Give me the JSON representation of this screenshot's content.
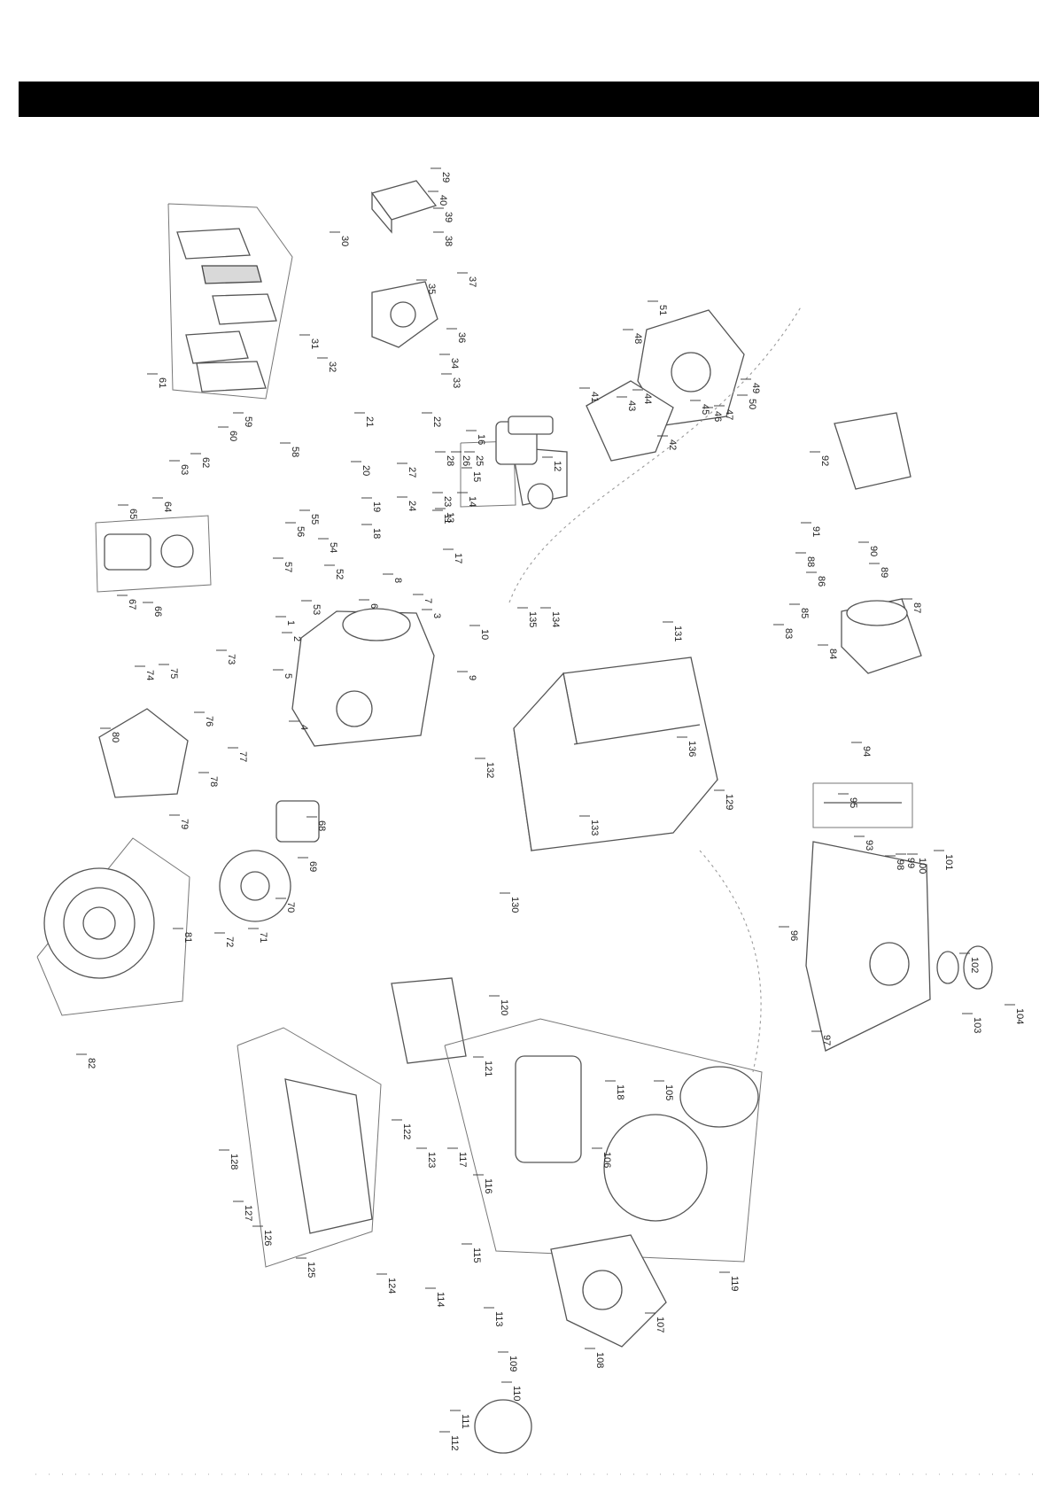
{
  "header": {
    "bar_color": "#000000"
  },
  "diagram": {
    "callouts": [
      {
        "id": "c1",
        "label": "1"
      },
      {
        "id": "c2",
        "label": "2"
      },
      {
        "id": "c3",
        "label": "3"
      },
      {
        "id": "c4",
        "label": "4"
      },
      {
        "id": "c5",
        "label": "5"
      },
      {
        "id": "c6",
        "label": "6"
      },
      {
        "id": "c7",
        "label": "7"
      },
      {
        "id": "c8",
        "label": "8"
      },
      {
        "id": "c9",
        "label": "9"
      },
      {
        "id": "c10",
        "label": "10"
      },
      {
        "id": "c11",
        "label": "11"
      },
      {
        "id": "c12",
        "label": "12"
      },
      {
        "id": "c13",
        "label": "13"
      },
      {
        "id": "c14",
        "label": "14"
      },
      {
        "id": "c15",
        "label": "15"
      },
      {
        "id": "c16",
        "label": "16"
      },
      {
        "id": "c17",
        "label": "17"
      },
      {
        "id": "c18",
        "label": "18"
      },
      {
        "id": "c19",
        "label": "19"
      },
      {
        "id": "c20",
        "label": "20"
      },
      {
        "id": "c21",
        "label": "21"
      },
      {
        "id": "c22",
        "label": "22"
      },
      {
        "id": "c23",
        "label": "23"
      },
      {
        "id": "c24",
        "label": "24"
      },
      {
        "id": "c25",
        "label": "25"
      },
      {
        "id": "c26",
        "label": "26"
      },
      {
        "id": "c27",
        "label": "27"
      },
      {
        "id": "c28",
        "label": "28"
      },
      {
        "id": "c29",
        "label": "29"
      },
      {
        "id": "c30",
        "label": "30"
      },
      {
        "id": "c31",
        "label": "31"
      },
      {
        "id": "c32",
        "label": "32"
      },
      {
        "id": "c33",
        "label": "33"
      },
      {
        "id": "c34",
        "label": "34"
      },
      {
        "id": "c35",
        "label": "35"
      },
      {
        "id": "c36",
        "label": "36"
      },
      {
        "id": "c37",
        "label": "37"
      },
      {
        "id": "c38",
        "label": "38"
      },
      {
        "id": "c39",
        "label": "39"
      },
      {
        "id": "c40",
        "label": "40"
      },
      {
        "id": "c41",
        "label": "41"
      },
      {
        "id": "c42",
        "label": "42"
      },
      {
        "id": "c43",
        "label": "43"
      },
      {
        "id": "c44",
        "label": "44"
      },
      {
        "id": "c45",
        "label": "45"
      },
      {
        "id": "c46",
        "label": "46"
      },
      {
        "id": "c47",
        "label": "47"
      },
      {
        "id": "c48",
        "label": "48"
      },
      {
        "id": "c49",
        "label": "49"
      },
      {
        "id": "c50",
        "label": "50"
      },
      {
        "id": "c51",
        "label": "51"
      },
      {
        "id": "c52",
        "label": "52"
      },
      {
        "id": "c53",
        "label": "53"
      },
      {
        "id": "c54",
        "label": "54"
      },
      {
        "id": "c55",
        "label": "55"
      },
      {
        "id": "c56",
        "label": "56"
      },
      {
        "id": "c57",
        "label": "57"
      },
      {
        "id": "c58",
        "label": "58"
      },
      {
        "id": "c59",
        "label": "59"
      },
      {
        "id": "c60",
        "label": "60"
      },
      {
        "id": "c61",
        "label": "61"
      },
      {
        "id": "c62",
        "label": "62"
      },
      {
        "id": "c63",
        "label": "63"
      },
      {
        "id": "c64",
        "label": "64"
      },
      {
        "id": "c65",
        "label": "65"
      },
      {
        "id": "c66",
        "label": "66"
      },
      {
        "id": "c67",
        "label": "67"
      },
      {
        "id": "c68",
        "label": "68"
      },
      {
        "id": "c69",
        "label": "69"
      },
      {
        "id": "c70",
        "label": "70"
      },
      {
        "id": "c71",
        "label": "71"
      },
      {
        "id": "c72",
        "label": "72"
      },
      {
        "id": "c73",
        "label": "73"
      },
      {
        "id": "c74",
        "label": "74"
      },
      {
        "id": "c75",
        "label": "75"
      },
      {
        "id": "c76",
        "label": "76"
      },
      {
        "id": "c77",
        "label": "77"
      },
      {
        "id": "c78",
        "label": "78"
      },
      {
        "id": "c79",
        "label": "79"
      },
      {
        "id": "c80",
        "label": "80"
      },
      {
        "id": "c81",
        "label": "81"
      },
      {
        "id": "c82",
        "label": "82"
      },
      {
        "id": "c83",
        "label": "83"
      },
      {
        "id": "c84",
        "label": "84"
      },
      {
        "id": "c85",
        "label": "85"
      },
      {
        "id": "c86",
        "label": "86"
      },
      {
        "id": "c87",
        "label": "87"
      },
      {
        "id": "c88",
        "label": "88"
      },
      {
        "id": "c89",
        "label": "89"
      },
      {
        "id": "c90",
        "label": "90"
      },
      {
        "id": "c91",
        "label": "91"
      },
      {
        "id": "c92",
        "label": "92"
      },
      {
        "id": "c93",
        "label": "93"
      },
      {
        "id": "c94",
        "label": "94"
      },
      {
        "id": "c95",
        "label": "95"
      },
      {
        "id": "c96",
        "label": "96"
      },
      {
        "id": "c97",
        "label": "97"
      },
      {
        "id": "c98",
        "label": "98"
      },
      {
        "id": "c99",
        "label": "99"
      },
      {
        "id": "c100",
        "label": "100"
      },
      {
        "id": "c101",
        "label": "101"
      },
      {
        "id": "c102",
        "label": "102"
      },
      {
        "id": "c103",
        "label": "103"
      },
      {
        "id": "c104",
        "label": "104"
      },
      {
        "id": "c105",
        "label": "105"
      },
      {
        "id": "c106",
        "label": "106"
      },
      {
        "id": "c107",
        "label": "107"
      },
      {
        "id": "c108",
        "label": "108"
      },
      {
        "id": "c109",
        "label": "109"
      },
      {
        "id": "c110",
        "label": "110"
      },
      {
        "id": "c111",
        "label": "111"
      },
      {
        "id": "c112",
        "label": "112"
      },
      {
        "id": "c113",
        "label": "113"
      },
      {
        "id": "c114",
        "label": "114"
      },
      {
        "id": "c115",
        "label": "115"
      },
      {
        "id": "c116",
        "label": "116"
      },
      {
        "id": "c117",
        "label": "117"
      },
      {
        "id": "c118",
        "label": "118"
      },
      {
        "id": "c119",
        "label": "119"
      },
      {
        "id": "c120",
        "label": "120"
      },
      {
        "id": "c121",
        "label": "121"
      },
      {
        "id": "c122",
        "label": "122"
      },
      {
        "id": "c123",
        "label": "123"
      },
      {
        "id": "c124",
        "label": "124"
      },
      {
        "id": "c125",
        "label": "125"
      },
      {
        "id": "c126",
        "label": "126"
      },
      {
        "id": "c127",
        "label": "127"
      },
      {
        "id": "c128",
        "label": "128"
      },
      {
        "id": "c129",
        "label": "129"
      },
      {
        "id": "c130",
        "label": "130"
      },
      {
        "id": "c131",
        "label": "131"
      },
      {
        "id": "c132",
        "label": "132"
      },
      {
        "id": "c133",
        "label": "133"
      },
      {
        "id": "c134",
        "label": "134"
      },
      {
        "id": "c135",
        "label": "135"
      },
      {
        "id": "c136",
        "label": "136"
      }
    ]
  }
}
